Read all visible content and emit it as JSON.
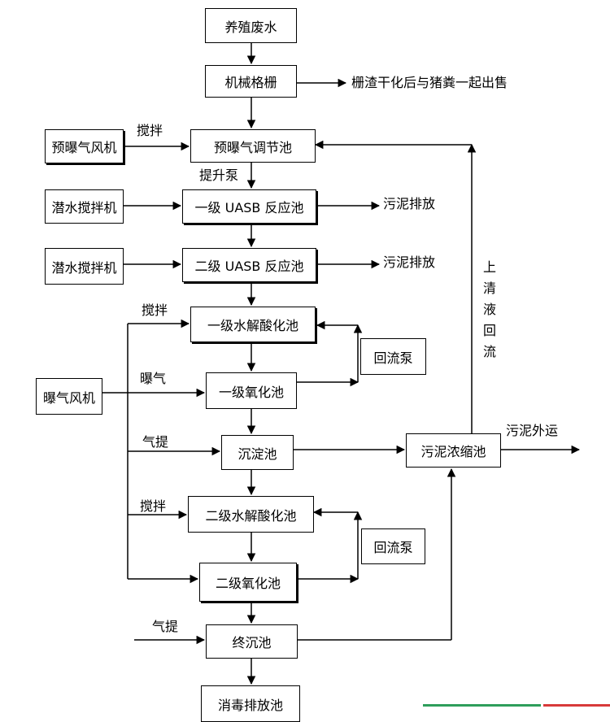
{
  "boxes": {
    "raw": "养殖废水",
    "screen": "机械格栅",
    "pre_aer_tank": "预曝气调节池",
    "uasb1": "一级 UASB 反应池",
    "uasb2": "二级 UASB 反应池",
    "hydro1": "一级水解酸化池",
    "oxi1": "一级氧化池",
    "sed": "沉淀池",
    "hydro2": "二级水解酸化池",
    "oxi2": "二级氧化池",
    "final_sed": "终沉池",
    "disinfect": "消毒排放池",
    "pre_blower": "预曝气风机",
    "mixer1": "潜水搅拌机",
    "mixer2": "潜水搅拌机",
    "blower": "曝气风机",
    "reflux_pump1": "回流泵",
    "reflux_pump2": "回流泵",
    "sludge_thick": "污泥浓缩池"
  },
  "labels": {
    "screen_out": "栅渣干化后与猪粪一起出售",
    "stir1": "搅拌",
    "lift_pump": "提升泵",
    "sludge1": "污泥排放",
    "sludge2": "污泥排放",
    "stir2": "搅拌",
    "aeration": "曝气",
    "airlift1": "气提",
    "stir3": "搅拌",
    "airlift2": "气提",
    "sludge_out": "污泥外运",
    "supernatant": "上清液回流"
  },
  "colors": {
    "line": "#000000",
    "bar_green": "#2e9e5b",
    "bar_red": "#d83a3a"
  }
}
